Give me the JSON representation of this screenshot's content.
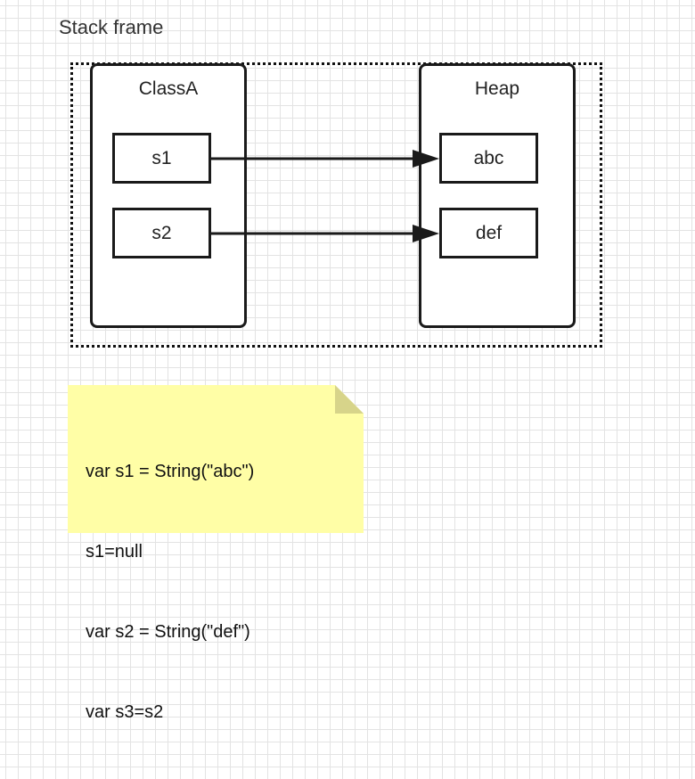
{
  "diagram": {
    "title": "Stack frame",
    "left_panel": {
      "title": "ClassA",
      "cells": [
        "s1",
        "s2"
      ]
    },
    "right_panel": {
      "title": "Heap",
      "cells": [
        "abc",
        "def"
      ]
    },
    "arrows": [
      {
        "from": "s1",
        "to": "abc"
      },
      {
        "from": "s2",
        "to": "def"
      }
    ]
  },
  "note": {
    "lines": [
      "var s1 = String(\"abc\")",
      "s1=null",
      "var s2 = String(\"def\")",
      "var s3=s2"
    ],
    "fill_color": "#fffea6",
    "fold_color": "#d7d48a"
  }
}
